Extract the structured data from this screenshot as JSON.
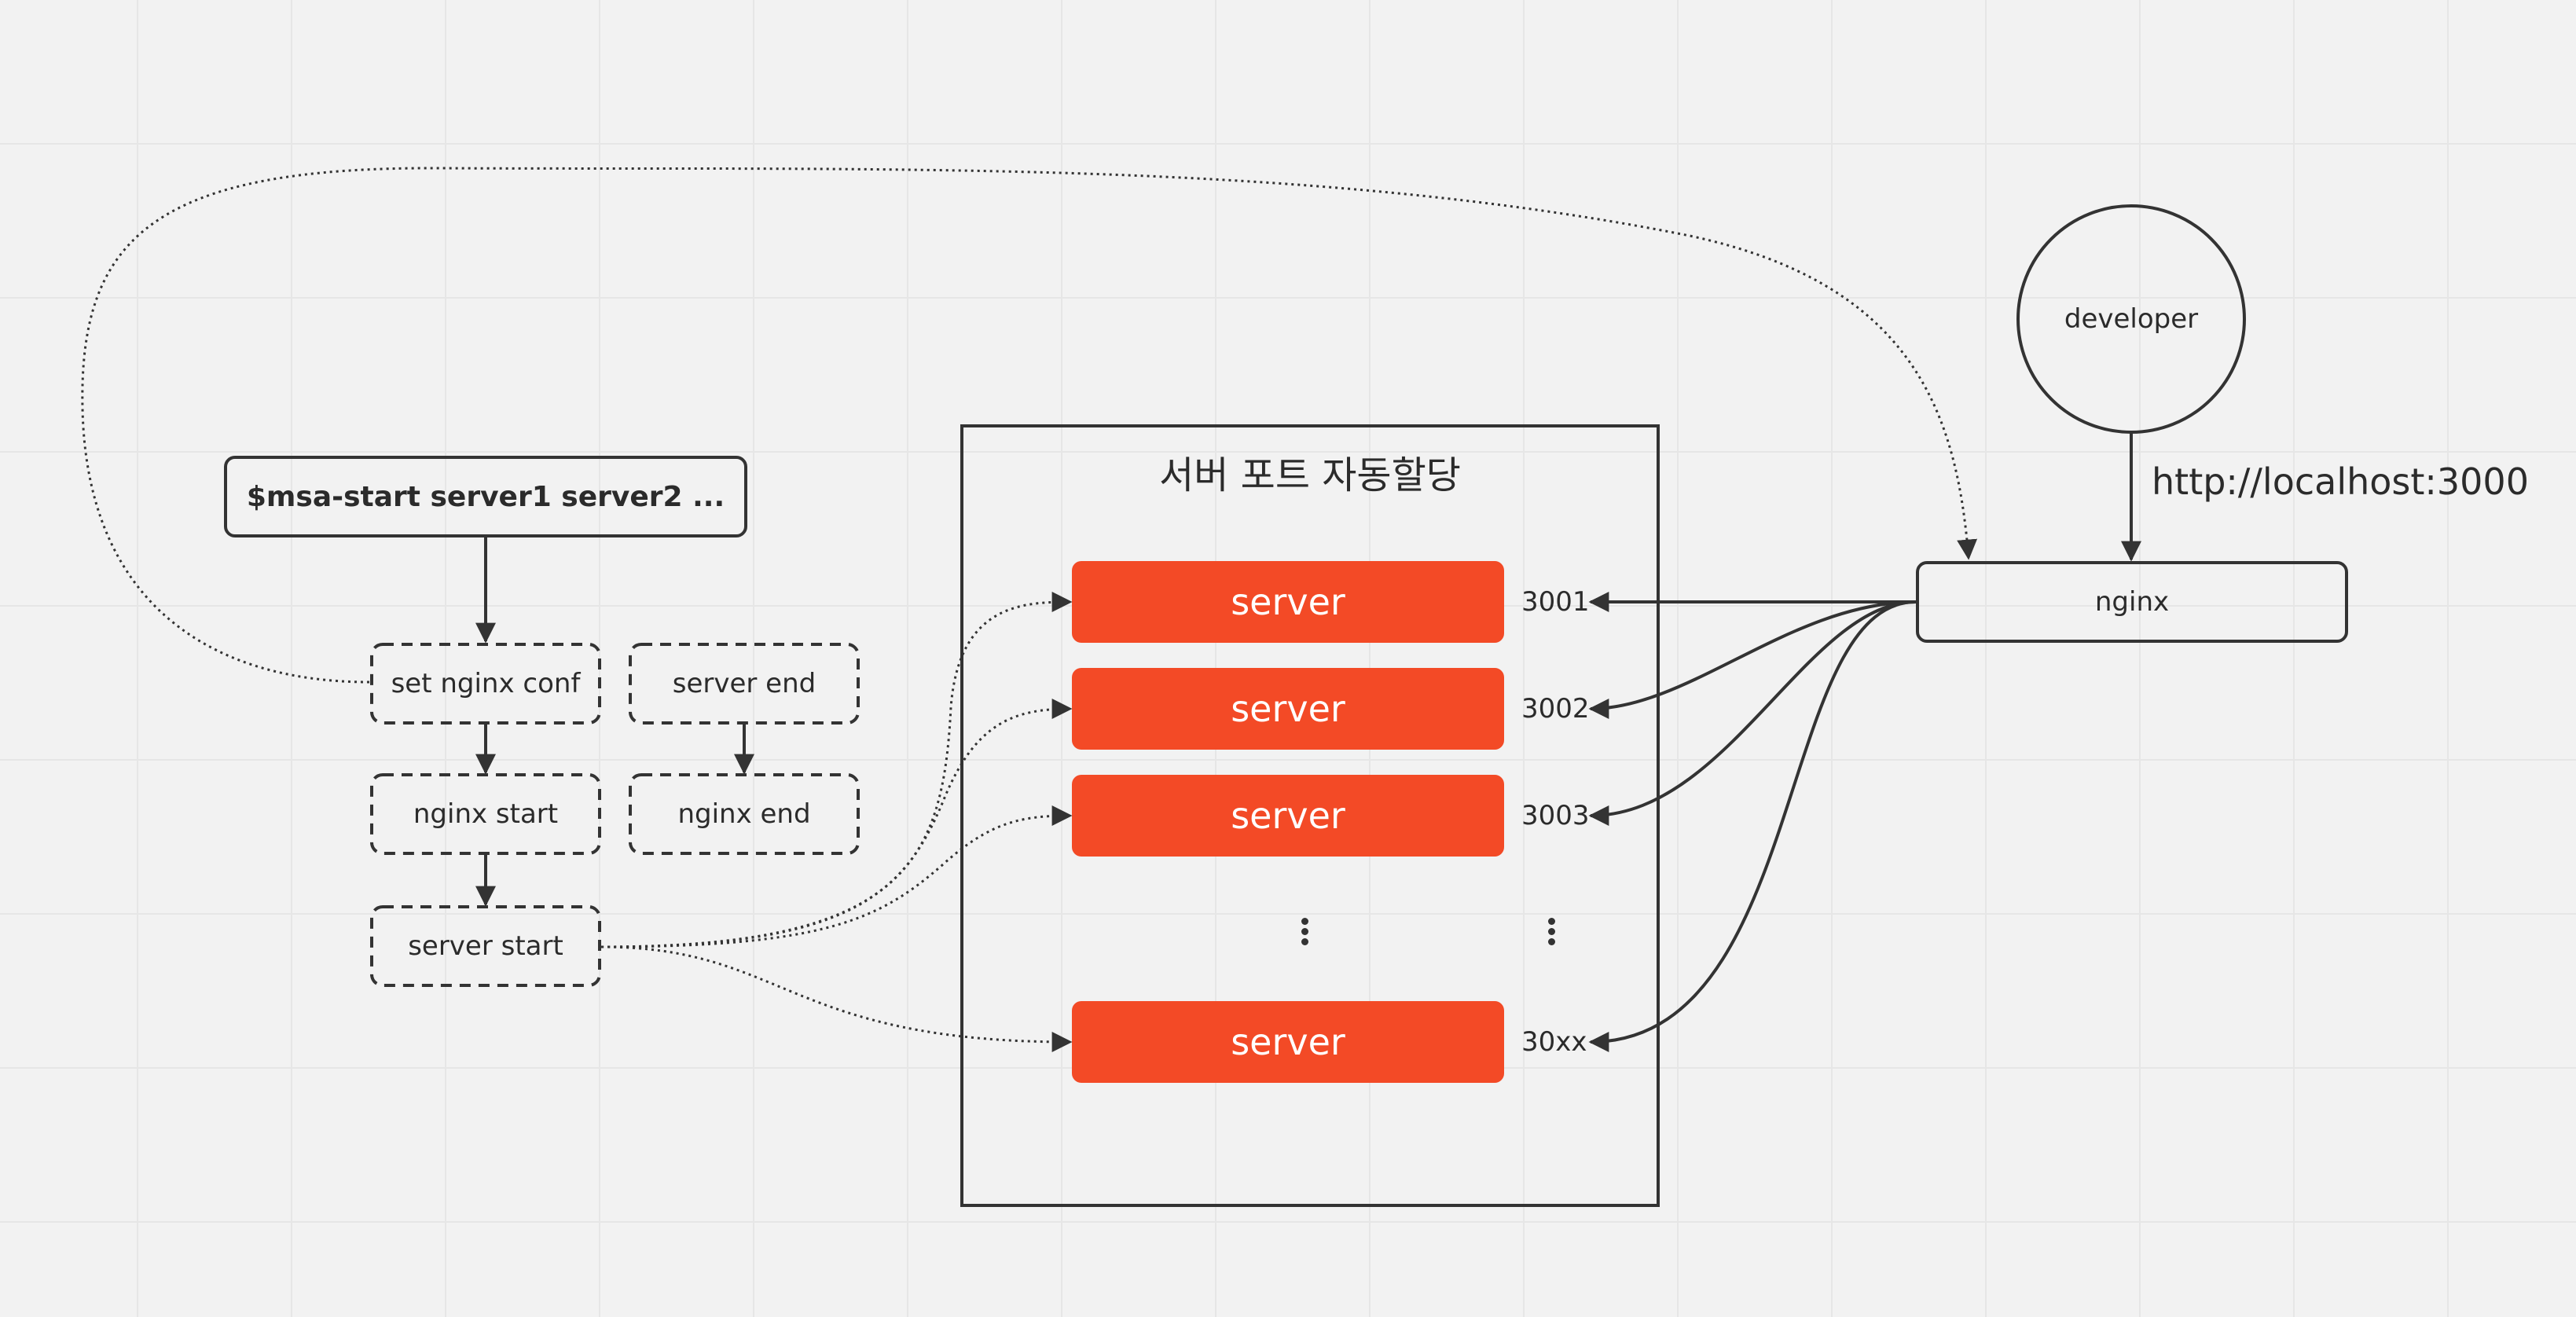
{
  "diagram": {
    "command": "$msa-start server1 server2 ...",
    "steps": {
      "set_nginx_conf": "set nginx conf",
      "nginx_start": "nginx start",
      "server_start": "server start",
      "server_end": "server end",
      "nginx_end": "nginx end"
    },
    "container_title": "서버 포트 자동할당",
    "servers": [
      {
        "label": "server",
        "port": "3001"
      },
      {
        "label": "server",
        "port": "3002"
      },
      {
        "label": "server",
        "port": "3003"
      },
      {
        "label": "server",
        "port": "30xx"
      }
    ],
    "nginx": "nginx",
    "developer": "developer",
    "developer_url": "http://localhost:3000",
    "colors": {
      "server_fill": "#f34a26",
      "stroke": "#333333",
      "background": "#f2f2f2"
    }
  }
}
